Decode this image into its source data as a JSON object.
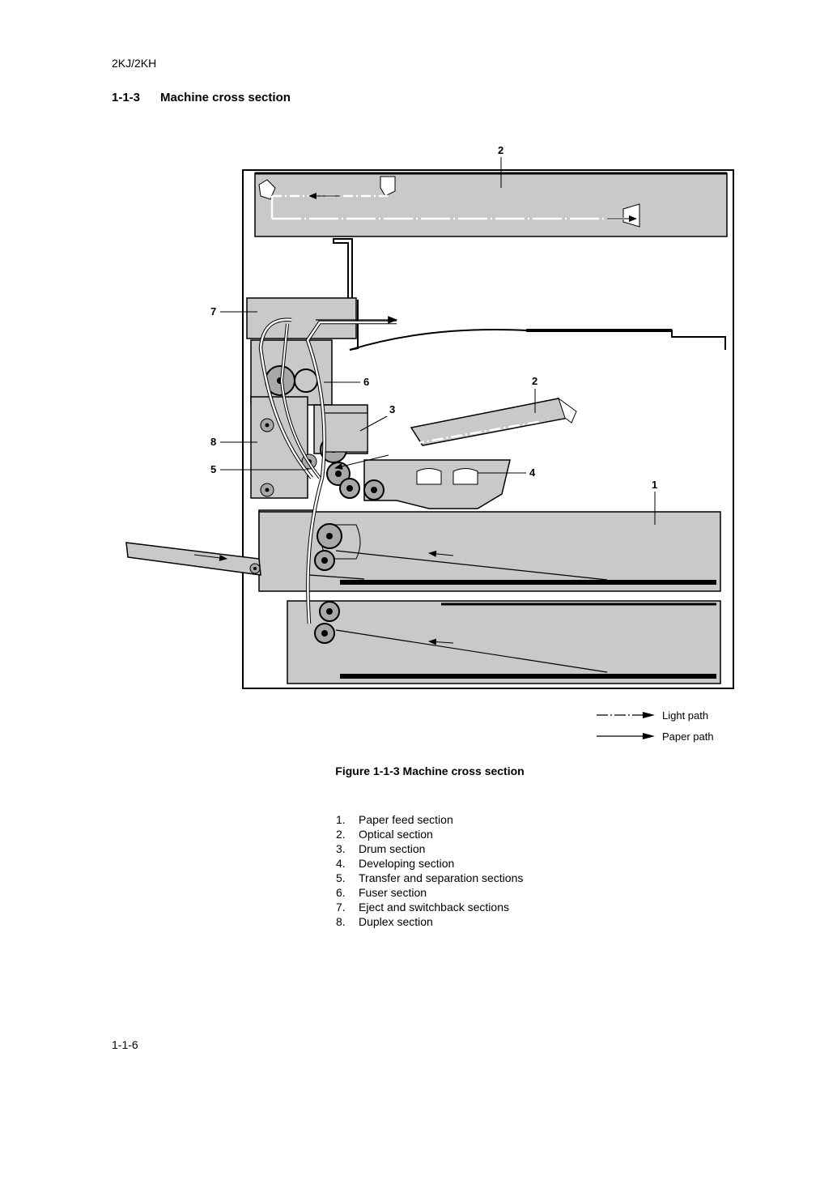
{
  "header": {
    "model": "2KJ/2KH"
  },
  "section": {
    "number": "1-1-3",
    "title": "Machine cross section"
  },
  "figure": {
    "callouts": {
      "c2_top": "2",
      "c7": "7",
      "c6": "6",
      "c2_mid": "2",
      "c3": "3",
      "c8": "8",
      "c5": "5",
      "c4": "4",
      "c1": "1"
    },
    "caption": "Figure 1-1-3 Machine cross section",
    "colors": {
      "fill": "#c9c9c9",
      "line": "#000000"
    }
  },
  "legend": [
    {
      "label": "Light path",
      "style": "dash-dot"
    },
    {
      "label": "Paper path",
      "style": "solid"
    }
  ],
  "parts": [
    {
      "index": "1.",
      "name": "Paper feed section"
    },
    {
      "index": "2.",
      "name": "Optical section"
    },
    {
      "index": "3.",
      "name": "Drum section"
    },
    {
      "index": "4.",
      "name": "Developing section"
    },
    {
      "index": "5.",
      "name": "Transfer and separation sections"
    },
    {
      "index": "6.",
      "name": "Fuser section"
    },
    {
      "index": "7.",
      "name": "Eject and switchback sections"
    },
    {
      "index": "8.",
      "name": "Duplex section"
    }
  ],
  "footer": {
    "page": "1-1-6"
  }
}
